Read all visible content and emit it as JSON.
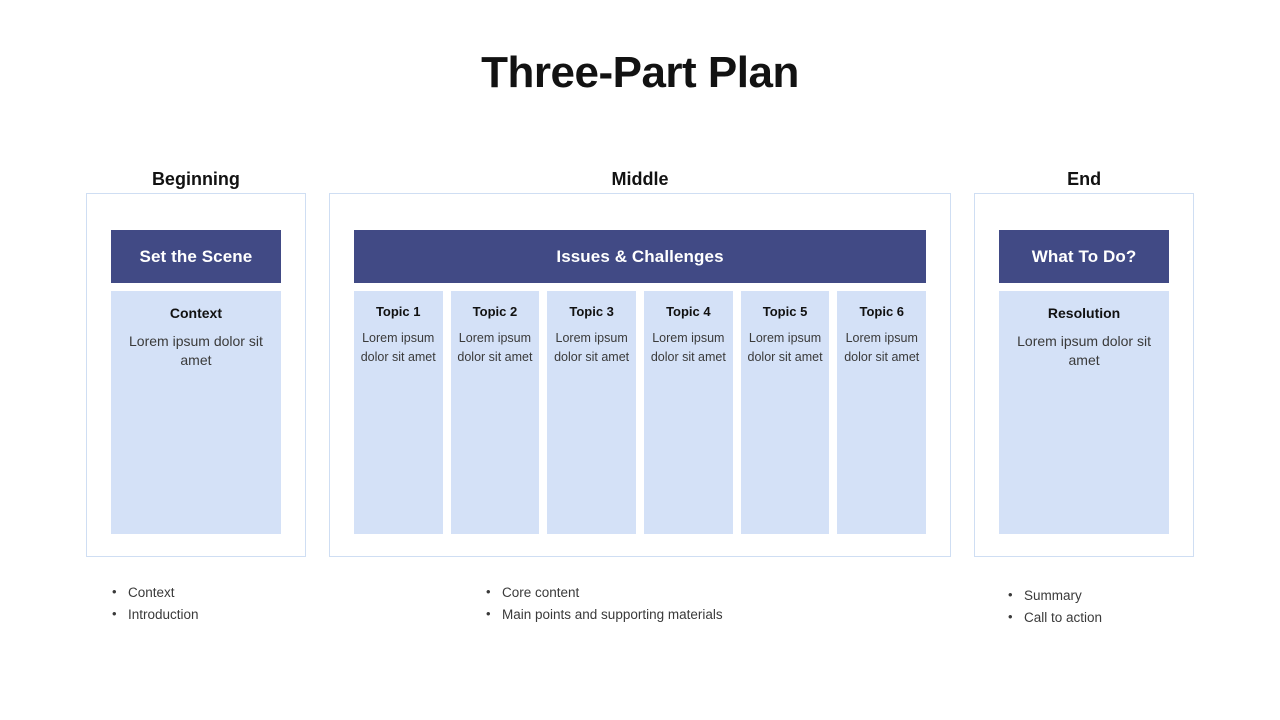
{
  "slide": {
    "title": "Three-Part Plan",
    "colors": {
      "banner_navy": "#414a85",
      "panel_blue": "#d4e1f7",
      "frame_border": "#cfdef3",
      "title_text": "#121212",
      "body_text": "#3a3a3a"
    }
  },
  "sections": [
    {
      "label": "Beginning",
      "banner": "Set the Scene",
      "panels": [
        {
          "heading": "Context",
          "body": "Lorem ipsum dolor sit amet"
        }
      ],
      "bullets": [
        "Context",
        "Introduction"
      ]
    },
    {
      "label": "Middle",
      "banner": "Issues & Challenges",
      "panels": [
        {
          "heading": "Topic 1",
          "body": "Lorem ipsum dolor sit amet"
        },
        {
          "heading": "Topic 2",
          "body": "Lorem ipsum dolor sit amet"
        },
        {
          "heading": "Topic 3",
          "body": "Lorem ipsum dolor sit amet"
        },
        {
          "heading": "Topic 4",
          "body": "Lorem ipsum dolor sit amet"
        },
        {
          "heading": "Topic 5",
          "body": "Lorem ipsum dolor sit amet"
        },
        {
          "heading": "Topic 6",
          "body": "Lorem ipsum dolor sit amet"
        }
      ],
      "bullets": [
        "Core content",
        "Main points and supporting materials"
      ]
    },
    {
      "label": "End",
      "banner": "What To Do?",
      "panels": [
        {
          "heading": "Resolution",
          "body": "Lorem ipsum dolor sit amet"
        }
      ],
      "bullets": [
        "Summary",
        "Call to action"
      ]
    }
  ]
}
